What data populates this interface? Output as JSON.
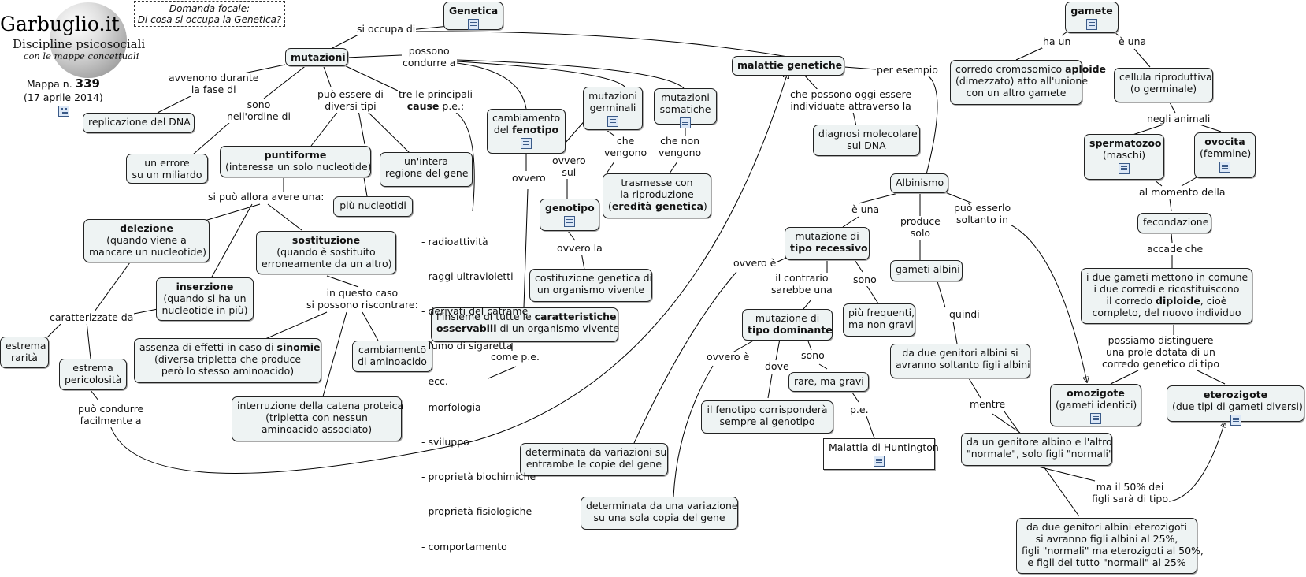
{
  "header": {
    "focal_title": "Domanda focale:",
    "focal_question": "Di cosa si occupa la Genetica?",
    "logo_title": "Garbuglio.it",
    "logo_subtitle": "Discipline psicosociali",
    "logo_tagline": "con le mappe concettuali",
    "map_number_label": "Mappa n.",
    "map_number": "339",
    "map_date": "(17 aprile 2014)"
  },
  "concepts": {
    "genetica": "Genetica",
    "mutazioni": "mutazioni",
    "malattie": "malattie genetiche",
    "replicazione": "replicazione del DNA",
    "errore": [
      "un errore",
      "su un miliardo"
    ],
    "puntiforme_b": "puntiforme",
    "puntiforme_t": "(interessa un solo nucleotide)",
    "piu_nucleotidi": "più nucleotidi",
    "intera_regione": [
      "un'intera",
      "regione del gene"
    ],
    "cambiamento_fen_1": "cambiamento",
    "cambiamento_fen_2a": "del ",
    "cambiamento_fen_2b": "fenotipo",
    "mut_germinali": [
      "mutazioni",
      "germinali"
    ],
    "mut_somatiche": [
      "mutazioni",
      "somatiche"
    ],
    "diagnosi": [
      "diagnosi molecolare",
      "sul DNA"
    ],
    "delezione_b": "delezione",
    "delezione_t": [
      "(quando viene a",
      "mancare un nucleotide)"
    ],
    "sostituzione_b": "sostituzione",
    "sostituzione_t": [
      "(quando è sostituito",
      "erroneamente da un altro)"
    ],
    "inserzione_b": "inserzione",
    "inserzione_t": [
      "(quando si ha un",
      "nucleotide in più)"
    ],
    "genotipo": "genotipo",
    "trasmesse_1": "trasmesse con",
    "trasmesse_2": "la riproduzione",
    "trasmesse_3a": "(",
    "trasmesse_3b": "eredità genetica",
    "trasmesse_3c": ")",
    "costituzione": [
      "costituzione genetica di",
      "un organismo vivente"
    ],
    "insieme_1a": "l'insieme di tutte le ",
    "insieme_1b": "caratteristiche",
    "insieme_2a": "osservabili",
    "insieme_2b": " di un organismo vivente",
    "estrema_rarita": [
      "estrema",
      "rarità"
    ],
    "estrema_pericolosita": [
      "estrema",
      "pericolosità"
    ],
    "assenza_1a": "assenza di effetti in caso di ",
    "assenza_1b": "sinomie",
    "assenza_2": "(diversa tripletta che produce",
    "assenza_3": "però lo stesso aminoacido)",
    "cambiamento_amino": [
      "cambiamento",
      "di aminoacido"
    ],
    "interruzione": [
      "interruzione della catena proteica",
      "(tripletta con nessun",
      "aminoacido associato)"
    ],
    "albinismo": "Albinismo",
    "mut_recessivo_1": "mutazione di",
    "mut_recessivo_2": "tipo recessivo",
    "gameti_albini": "gameti albini",
    "piu_frequenti": [
      "più frequenti,",
      "ma non gravi"
    ],
    "mut_dominante_1": "mutazione di",
    "mut_dominante_2": "tipo dominante",
    "da_due_genitori_albini": [
      "da due genitori albini si",
      "avranno soltanto figli albini"
    ],
    "rare_gravi": "rare, ma gravi",
    "fenotipo_corrispondera": [
      "il fenotipo corrisponderà",
      "sempre al genotipo"
    ],
    "huntington": "Malattia di Huntington",
    "det_entrambe": [
      "determinata da variazioni su",
      "entrambe le copie del gene"
    ],
    "det_una": [
      "determinata da una variazione",
      "su una sola copia del gene"
    ],
    "genitore_albino": [
      "da un genitore albino e l'altro",
      "\"normale\", solo figli \"normali\""
    ],
    "eterozigoti_figli": [
      "da due genitori albini eterozigoti",
      "si avranno figli albini al 25%,",
      "figli \"normali\" ma eterozigoti al 50%,",
      "e figli del tutto \"normali\" al 25%"
    ],
    "gamete": "gamete",
    "corredo_1a": "corredo cromosomico ",
    "corredo_1b": "aploide",
    "corredo_2": "(dimezzato) atto all'unione",
    "corredo_3": "con un altro gamete",
    "cellula": [
      "cellula riproduttiva",
      "(o germinale)"
    ],
    "spermatozoo_b": "spermatozoo",
    "spermatozoo_t": "(maschi)",
    "ovocita_b": "ovocita",
    "ovocita_t": "(femmine)",
    "fecondazione": "fecondazione",
    "gameti_comune_1": "i due gameti mettono in comune",
    "gameti_comune_2": "i due corredi e ricostituiscono",
    "gameti_comune_3a": "il corredo ",
    "gameti_comune_3b": "diploide",
    "gameti_comune_3c": ", cioè",
    "gameti_comune_4": "completo, del nuovo individuo",
    "omozigote_b": "omozigote",
    "omozigote_t": "(gameti identici)",
    "eterozigote_b": "eterozigote",
    "eterozigote_t": "(due tipi di gameti diversi)"
  },
  "links": {
    "si_occupa_di": "si occupa di",
    "possono_condurre": [
      "possono",
      "condurre a"
    ],
    "per_esempio": "per esempio",
    "avvengono": [
      "avvenono durante",
      "la fase di"
    ],
    "sono_ordine": [
      "sono",
      "nell'ordine di"
    ],
    "puo_essere": [
      "può essere di",
      "diversi tipi"
    ],
    "tre_principali_a": "tre le principali",
    "tre_principali_b": "cause",
    "tre_principali_c": " p.e.:",
    "che_possono": [
      "che possono oggi essere",
      "individuate attraverso la"
    ],
    "si_puo_allora": "si può allora avere una:",
    "ovvero_sul": [
      "ovvero",
      "sul"
    ],
    "ovvero": "ovvero",
    "che_vengono": [
      "che",
      "vengono"
    ],
    "che_non_vengono": [
      "che non",
      "vengono"
    ],
    "ovvero_la": "ovvero la",
    "caratterizzate": "caratterizzate da",
    "in_questo_caso": [
      "in questo caso",
      "si possono riscontrare:"
    ],
    "come_pe": "come p.e.",
    "puo_condurre": [
      "può condurre",
      "facilmente a"
    ],
    "e_una": "è una",
    "produce_solo": [
      "produce",
      "solo"
    ],
    "puo_esserlo": [
      "può esserlo",
      "soltanto in"
    ],
    "ovvero_e": "ovvero è",
    "il_contrario": [
      "il contrario",
      "sarebbe una"
    ],
    "sono": "sono",
    "quindi": "quindi",
    "ovvero_e2": "ovvero è",
    "dove": "dove",
    "sono2": "sono",
    "pe": "p.e.",
    "mentre": "mentre",
    "ma_il_50": [
      "ma il 50% dei",
      "figli sarà di tipo"
    ],
    "ha_un": "ha un",
    "e_una2": "è una",
    "negli_animali": "negli animali",
    "al_momento": "al momento della",
    "accade_che": "accade che",
    "possiamo_distinguere": [
      "possiamo distinguere",
      "una prole dotata di un",
      "corredo genetico di tipo"
    ]
  },
  "lists": {
    "cause": [
      "- radioattività",
      "- raggi ultravioletti",
      "- derivati del catrame",
      "- fumo di sigaretta",
      "- ecc."
    ],
    "caratteristiche": [
      "- morfologia",
      "- sviluppo",
      "- proprietà biochimiche",
      "- proprietà fisiologiche",
      "- comportamento"
    ]
  },
  "icons": [
    "document-icon",
    "concept-map-icon"
  ]
}
